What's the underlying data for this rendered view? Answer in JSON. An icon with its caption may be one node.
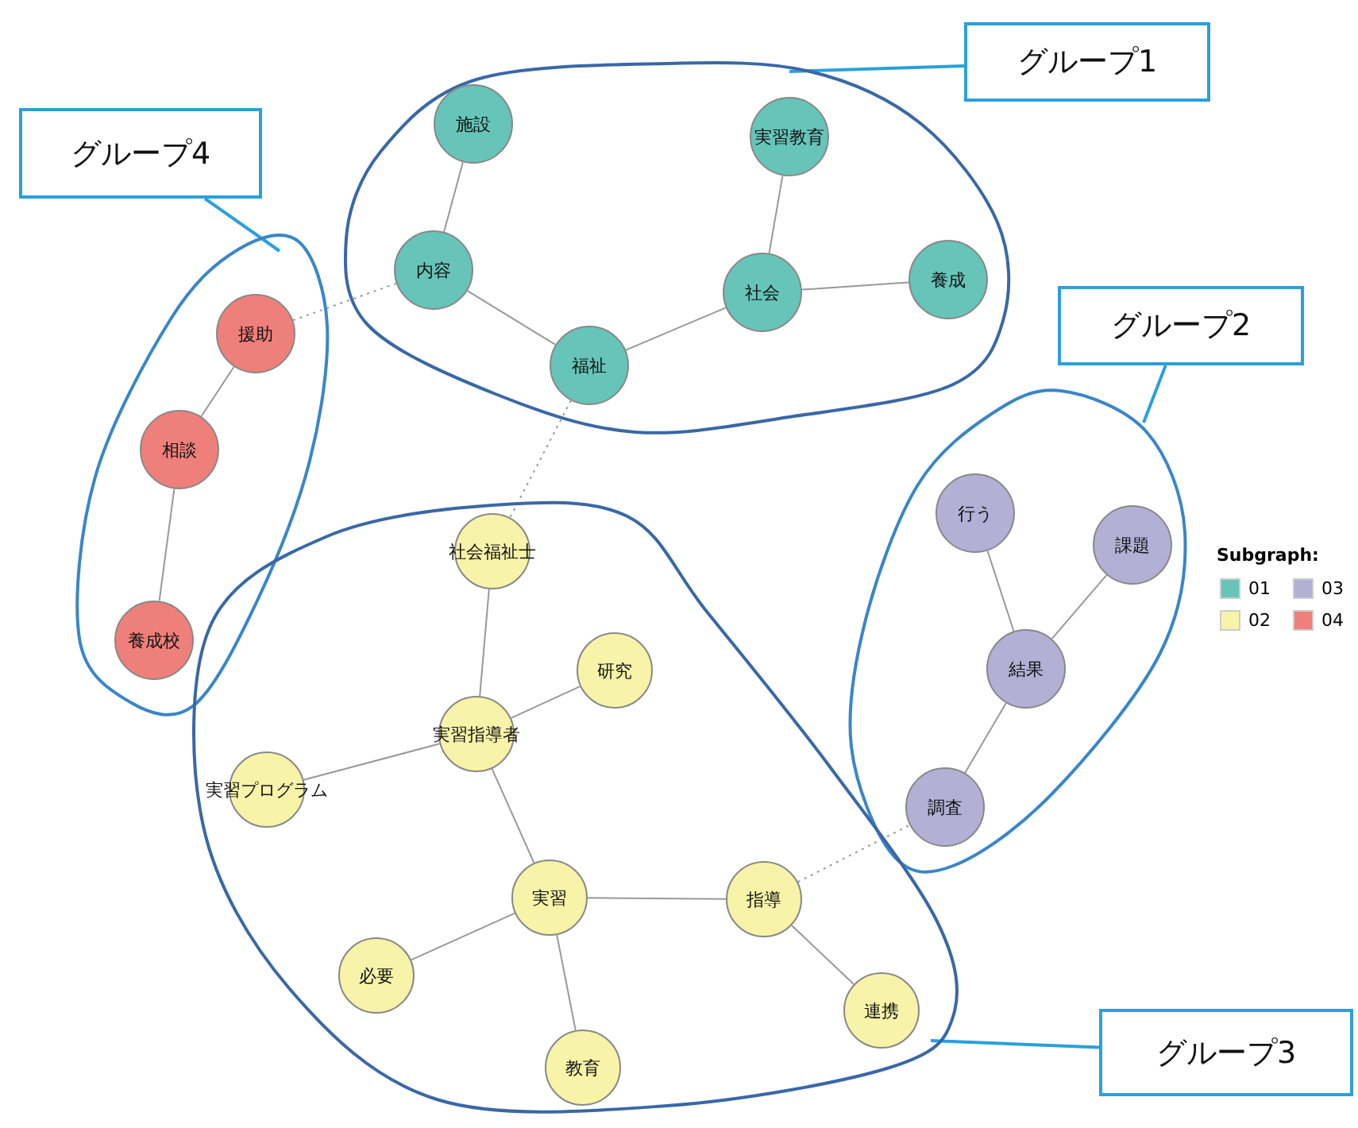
{
  "diagram": {
    "nodes": [
      {
        "text": [
          "グループ4"
        ]
      },
      {
        "text": [],
        "shape": "oval"
      },
      {
        "text": [
          "施設"
        ],
        "in": 1
      },
      {
        "text": [
          "実習教育"
        ],
        "in": 1
      },
      {
        "text": [
          "内容"
        ],
        "in": 1
      },
      {
        "text": [
          "社会"
        ],
        "in": 1
      },
      {
        "text": [
          "養成"
        ],
        "in": 1
      },
      {
        "text": [
          "福祉"
        ],
        "in": 1
      },
      {
        "text": [
          "グループ1"
        ]
      },
      {
        "text": [],
        "shape": "oval"
      },
      {
        "text": [
          "援助"
        ],
        "in": 9
      },
      {
        "text": [
          "相談"
        ],
        "in": 9
      },
      {
        "text": [
          "養成校"
        ],
        "in": 9
      },
      {
        "text": [
          "グループ2"
        ]
      },
      {
        "text": [],
        "shape": "oval"
      },
      {
        "text": [
          "行う"
        ],
        "in": 14
      },
      {
        "text": [
          "課題"
        ],
        "in": 14
      },
      {
        "text": [
          "結果"
        ],
        "in": 14
      },
      {
        "text": [
          "調査"
        ],
        "in": 14
      },
      {
        "text": [],
        "shape": "oval"
      },
      {
        "text": [
          "社会福祉士"
        ],
        "in": 19
      },
      {
        "text": [
          "研究"
        ],
        "in": 19
      },
      {
        "text": [
          "実習指導者"
        ],
        "in": 19
      },
      {
        "text": [
          "実習プログラム"
        ],
        "in": 19
      },
      {
        "text": [
          "実習"
        ],
        "in": 19
      },
      {
        "text": [
          "指導"
        ],
        "in": 19
      },
      {
        "text": [
          "必要"
        ],
        "in": 19
      },
      {
        "text": [
          "連携"
        ],
        "in": 19
      },
      {
        "text": [
          "教育"
        ],
        "in": 19
      },
      {
        "text": [
          "グループ3"
        ]
      }
    ],
    "edges": [
      {
        "from": 2,
        "to": 4,
        "arrow": "none"
      },
      {
        "from": 4,
        "to": 7,
        "arrow": "none"
      },
      {
        "from": 7,
        "to": 5,
        "arrow": "none"
      },
      {
        "from": 5,
        "to": 3,
        "arrow": "none"
      },
      {
        "from": 5,
        "to": 6,
        "arrow": "none"
      },
      {
        "from": 10,
        "to": 11,
        "arrow": "none"
      },
      {
        "from": 11,
        "to": 12,
        "arrow": "none"
      },
      {
        "from": 15,
        "to": 17,
        "arrow": "none"
      },
      {
        "from": 16,
        "to": 17,
        "arrow": "none"
      },
      {
        "from": 17,
        "to": 18,
        "arrow": "none"
      },
      {
        "from": 20,
        "to": 22,
        "arrow": "none"
      },
      {
        "from": 22,
        "to": 21,
        "arrow": "none"
      },
      {
        "from": 22,
        "to": 23,
        "arrow": "none"
      },
      {
        "from": 22,
        "to": 24,
        "arrow": "none"
      },
      {
        "from": 24,
        "to": 25,
        "arrow": "none"
      },
      {
        "from": 24,
        "to": 26,
        "arrow": "none"
      },
      {
        "from": 24,
        "to": 28,
        "arrow": "none"
      },
      {
        "from": 25,
        "to": 27,
        "arrow": "none"
      },
      {
        "from": 4,
        "to": 10,
        "arrow": "none",
        "style": "dashed"
      },
      {
        "from": 7,
        "to": 20,
        "arrow": "none",
        "style": "dashed"
      },
      {
        "from": 25,
        "to": 18,
        "arrow": "none",
        "style": "dashed"
      },
      {
        "from": 8,
        "to": 1,
        "arrow": "none",
        "color": "#2aa0dc"
      },
      {
        "from": 0,
        "to": 9,
        "arrow": "none",
        "color": "#2aa0dc"
      },
      {
        "from": 13,
        "to": 14,
        "arrow": "none",
        "color": "#2aa0dc"
      },
      {
        "from": 29,
        "to": 19,
        "arrow": "none",
        "color": "#2aa0dc"
      }
    ],
    "labels": [
      "Subgraph:"
    ],
    "legend": [
      {
        "text": "01",
        "color": "#66c4b9"
      },
      {
        "text": "02",
        "color": "#f7f3a8"
      },
      {
        "text": "03",
        "color": "#b3b0d6"
      },
      {
        "text": "04",
        "color": "#ef7f7a"
      }
    ]
  }
}
